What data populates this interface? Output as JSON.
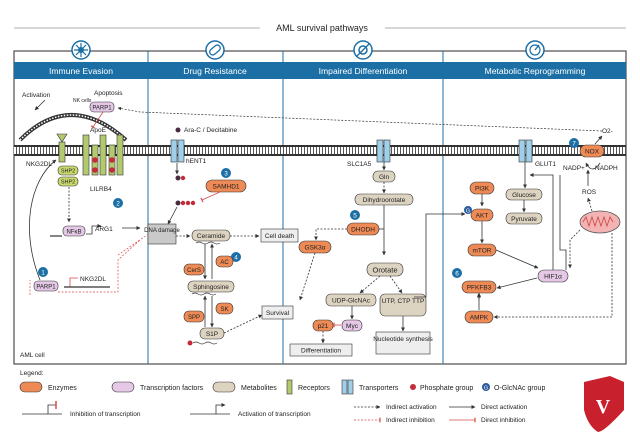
{
  "title": "AML survival pathways",
  "panels": [
    {
      "label": "Immune Evasion",
      "icon": "immune-icon"
    },
    {
      "label": "Drug Resistance",
      "icon": "pill-icon"
    },
    {
      "label": "Impaired Differentiation",
      "icon": "cell-icon"
    },
    {
      "label": "Metabolic Reprogramming",
      "icon": "gauge-icon"
    }
  ],
  "colors": {
    "header_blue": "#1b6fa4",
    "enzyme": "#ee8a55",
    "transcription_factor": "#e4c8e6",
    "metabolite": "#ddd3c1",
    "receptor": "#b2c96d",
    "transporter": "#9fcfe9",
    "phosphate": "#c42b3b",
    "glcnac": "#2c5c9c",
    "inhibition": "#d84a4a"
  },
  "immune": {
    "activation": "Activation",
    "nk_cells": "NK cells",
    "apoptosis": "Apoptosis",
    "parp1_top": "PARP1",
    "apoe": "ApoE",
    "nkg2dl": "NKG2DL",
    "shp2a": "SHP2",
    "shp2b": "SHP2",
    "lilrb4": "LILRB4",
    "nfkb": "NFκB",
    "arg1": "ARG1",
    "parp1_bottom": "PARP1",
    "nkg2dl_gene": "NKG2DL",
    "aml_cell": "AML cell",
    "badge1": "1",
    "badge2": "2"
  },
  "drug": {
    "ara_c": "Ara-C / Decitabine",
    "hent1": "hENT1",
    "samhd1": "SAMHD1",
    "dna_damage": "DNA damage",
    "ceramide": "Ceramide",
    "cell_death": "Cell death",
    "cers": "CerS",
    "ac": "AC",
    "sphingosine": "Sphingosine",
    "spp": "SPP",
    "sk": "SK",
    "s1p": "S1P",
    "survival": "Survival",
    "badge3": "3",
    "badge4": "4"
  },
  "diff": {
    "slc1a5": "SLC1A5",
    "gln": "Gln",
    "dihydroorotate": "Dihydroorotate",
    "dhodh": "DHODH",
    "gsk3a": "GSK3α",
    "orotate": "Orotate",
    "udp": "UDP-GlcNAc",
    "utp": "UTP, CTP TTP",
    "p21": "p21",
    "myc": "Myc",
    "differentiation": "Differentiation",
    "nucleotide": "Nucleotide synthesis",
    "badge5": "5"
  },
  "metab": {
    "glut1": "GLUT1",
    "nox": "NOX",
    "o2": "O2-",
    "nadp": "NADP+",
    "nadph": "NADPH",
    "pi3k": "PI3K",
    "glucose": "Glucose",
    "akt": "AKT",
    "pyruvate": "Pyruvate",
    "ros": "ROS",
    "mtor": "mTOR",
    "hif1a": "HIF1α",
    "pfkfb3": "PFKFB3",
    "ampk": "AMPK",
    "badge6": "6",
    "badge7": "7"
  },
  "legend": {
    "title": "Legend:",
    "enzymes": "Enzymes",
    "tfs": "Transcription factors",
    "metabolites": "Metabolites",
    "receptors": "Receptors",
    "transporters": "Transporters",
    "phosphate": "Phosphate group",
    "glcnac": "O-GlcNAc group",
    "inh_tx": "Inhibition of transcription",
    "act_tx": "Activation of transcription",
    "ind_act": "Indirect activation",
    "dir_act": "Direct activation",
    "ind_inh": "Indirect inhibition",
    "dir_inh": "Direct inhibition",
    "glcnac_letter": "G"
  },
  "logo": "V"
}
